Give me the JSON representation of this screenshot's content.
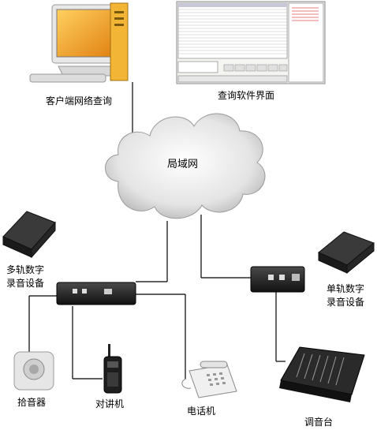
{
  "nodes": {
    "client_pc": {
      "label": "客户端网络查询"
    },
    "software_ui": {
      "label": "查询软件界面"
    },
    "lan": {
      "label": "局域网"
    },
    "multitrack_recorder": {
      "label_line1": "多轨数字",
      "label_line2": "录音设备"
    },
    "singletrack_recorder": {
      "label_line1": "单轨数字",
      "label_line2": "录音设备"
    },
    "pickup": {
      "label": "拾音器"
    },
    "walkie_talkie": {
      "label": "对讲机"
    },
    "telephone": {
      "label": "电话机"
    },
    "mixer": {
      "label": "调音台"
    }
  },
  "colors": {
    "line": "#000000",
    "cloud": "#d6d6d6",
    "monitor_screen": "#e8a020",
    "pc_tower": "#f0b030",
    "box_dark": "#2a2a2a"
  }
}
